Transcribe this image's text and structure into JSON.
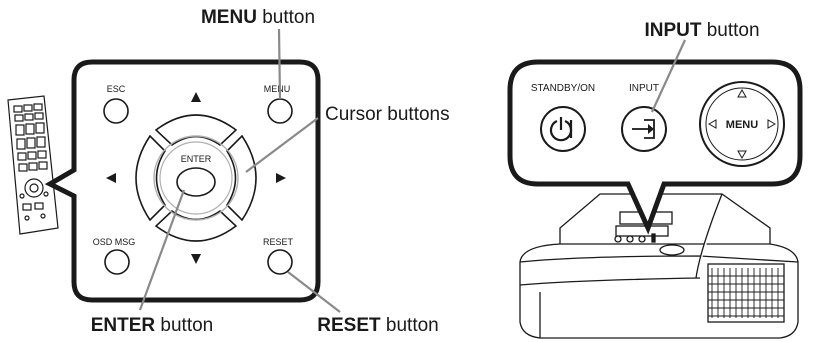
{
  "callouts": {
    "menu_bold": "MENU",
    "menu_rest": " button",
    "cursor": "Cursor buttons",
    "enter_bold": "ENTER",
    "enter_rest": " button",
    "reset_bold": "RESET",
    "reset_rest": " button",
    "input_bold": "INPUT",
    "input_rest": " button"
  },
  "remote_panel": {
    "esc": "ESC",
    "menu": "MENU",
    "enter": "ENTER",
    "osd_msg": "OSD MSG",
    "reset": "RESET"
  },
  "projector_panel": {
    "standby": "STANDBY/ON",
    "input": "INPUT",
    "menu": "MENU",
    "standby_icon": "power-icon",
    "input_icon": "input-source-icon"
  },
  "colors": {
    "line": "#1a1a1a",
    "leader": "#8a8a8a",
    "ring": "#b0b0b0",
    "background": "#ffffff"
  }
}
